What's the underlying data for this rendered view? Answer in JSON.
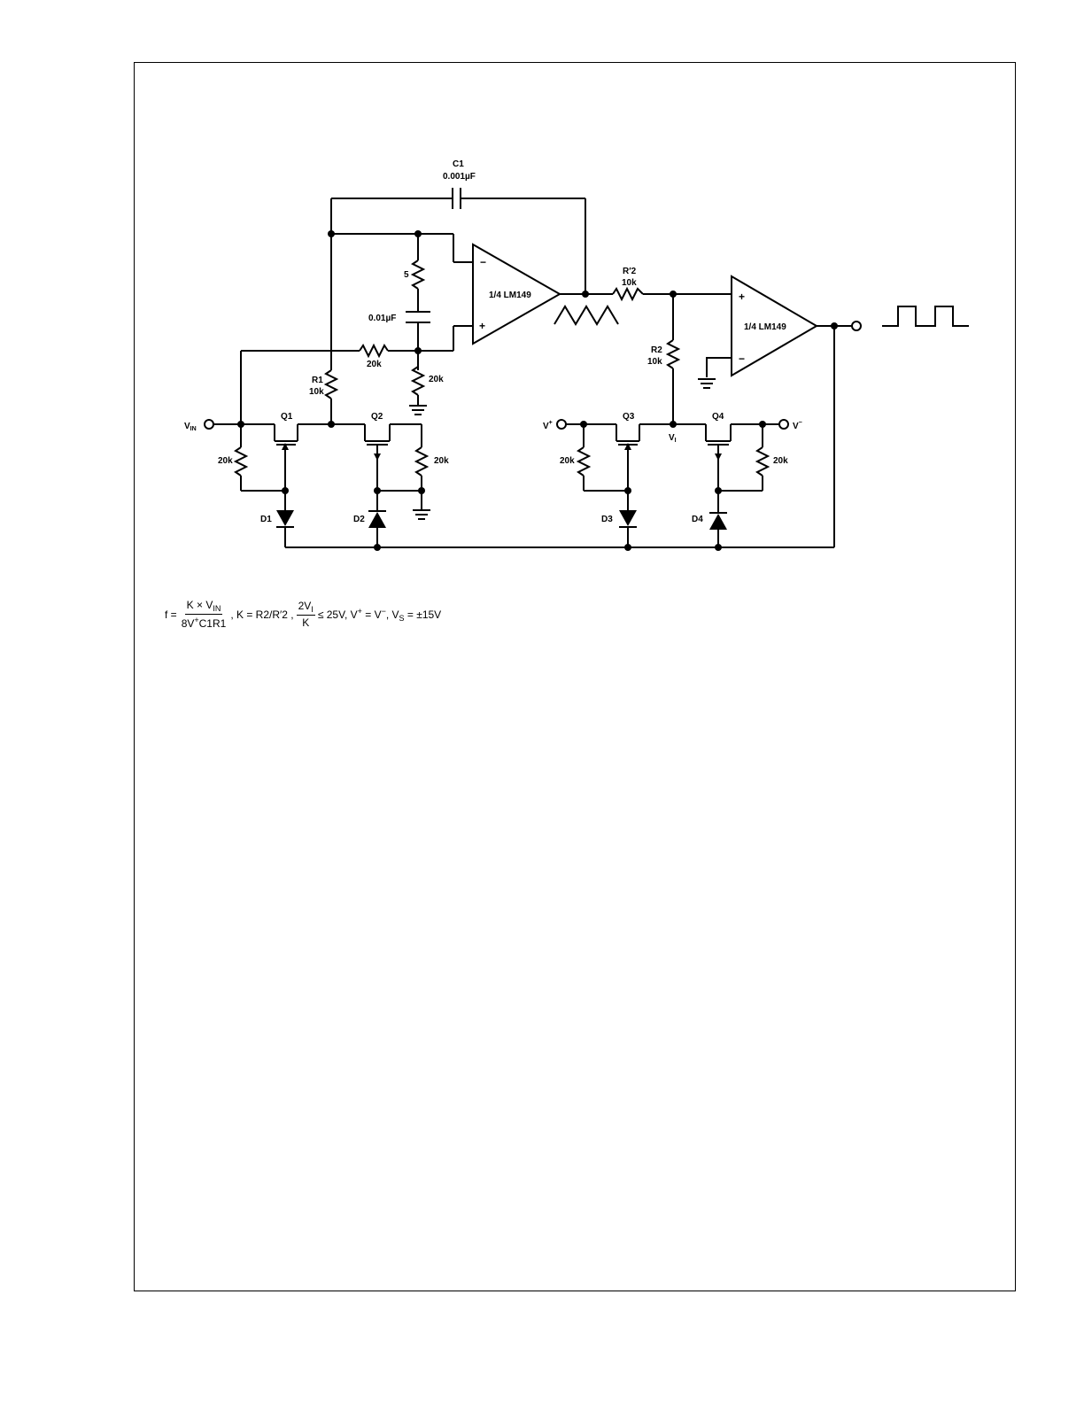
{
  "schematic": {
    "c1": {
      "name": "C1",
      "value": "0.001µF"
    },
    "r_5": {
      "value": "5"
    },
    "c_mid": {
      "value": "0.01µF"
    },
    "r_20k_mid": {
      "value": "20k"
    },
    "r_20k_gnd": {
      "value": "20k"
    },
    "r1": {
      "name": "R1",
      "value": "10k"
    },
    "opamp1": {
      "label": "1/4 LM149",
      "minus": "−",
      "plus": "+"
    },
    "opamp2": {
      "label": "1/4 LM149",
      "minus": "−",
      "plus": "+"
    },
    "r_prime2": {
      "name": "R′2",
      "value": "10k"
    },
    "r2": {
      "name": "R2",
      "value": "10k"
    },
    "vin": {
      "main": "V",
      "sub": "IN"
    },
    "q1": "Q1",
    "q2": "Q2",
    "q3": "Q3",
    "q4": "Q4",
    "r_q1": "20k",
    "r_q2": "20k",
    "r_q3": "20k",
    "r_q4": "20k",
    "d1": "D1",
    "d2": "D2",
    "d3": "D3",
    "d4": "D4",
    "vplus": {
      "main": "V",
      "sup": "+"
    },
    "vminus": {
      "main": "V",
      "sup": "−"
    },
    "vi": {
      "main": "V",
      "sub": "I"
    }
  },
  "formula": {
    "f_lhs": "f =",
    "f_num_a": "K × V",
    "f_num_sub": "IN",
    "f_den_a": "8V",
    "f_den_sup": "+",
    "f_den_b": "C1R1",
    "k_eq": ", K = R2/R′2 ,",
    "cond_num_a": "2V",
    "cond_num_sub": "I",
    "cond_den": "K",
    "cond_rest_a": "≤ 25V, V",
    "cond_vplus_sup": "+",
    "cond_rest_b": " = V",
    "cond_vminus_sup": "−",
    "cond_rest_c": ", V",
    "cond_vs_sub": "S",
    "cond_rest_d": " = ±15V"
  }
}
